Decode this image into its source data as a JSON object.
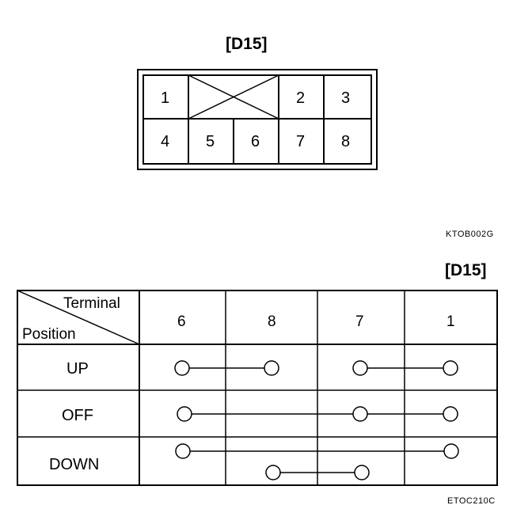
{
  "connector": {
    "title": "[D15]",
    "top_row": [
      "1",
      "",
      "2",
      "3"
    ],
    "bottom_row": [
      "4",
      "5",
      "6",
      "7",
      "8"
    ],
    "figure_code": "KTOB002G"
  },
  "table": {
    "title": "[D15]",
    "corner": {
      "terminal_label": "Terminal",
      "position_label": "Position"
    },
    "terminals": [
      "6",
      "8",
      "7",
      "1"
    ],
    "rows": [
      {
        "position": "UP",
        "connections": [
          [
            "6",
            "8"
          ],
          [
            "7",
            "1"
          ]
        ]
      },
      {
        "position": "OFF",
        "connections": [
          [
            "6",
            "7",
            "1"
          ]
        ]
      },
      {
        "position": "DOWN",
        "connections": [
          [
            "6",
            "1"
          ],
          [
            "8",
            "7"
          ]
        ]
      }
    ],
    "figure_code": "ETOC210C"
  }
}
